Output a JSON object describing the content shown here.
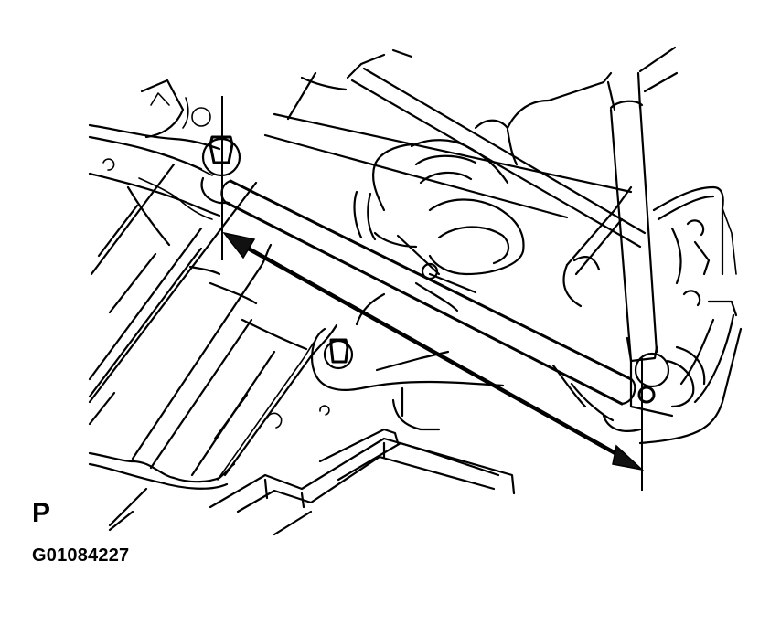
{
  "figure": {
    "view_label": "P",
    "figure_id": "G01084227",
    "line_color": "#000000",
    "background": "#ffffff"
  },
  "components": [
    {
      "name": "lateral-link",
      "description": "long straight rod from left bolt to right knuckle bolt"
    },
    {
      "name": "measurement-arrow",
      "description": "double-headed dimension arrow between two vertical reference lines"
    },
    {
      "name": "left-reference-line",
      "description": "vertical line through left bolt center"
    },
    {
      "name": "right-reference-line",
      "description": "vertical line through right bolt center"
    },
    {
      "name": "shock-absorber",
      "description": "vertical strut on right side"
    },
    {
      "name": "crossmember",
      "description": "body/subframe at left"
    },
    {
      "name": "fuel-tank",
      "description": "lower left panel area"
    }
  ]
}
